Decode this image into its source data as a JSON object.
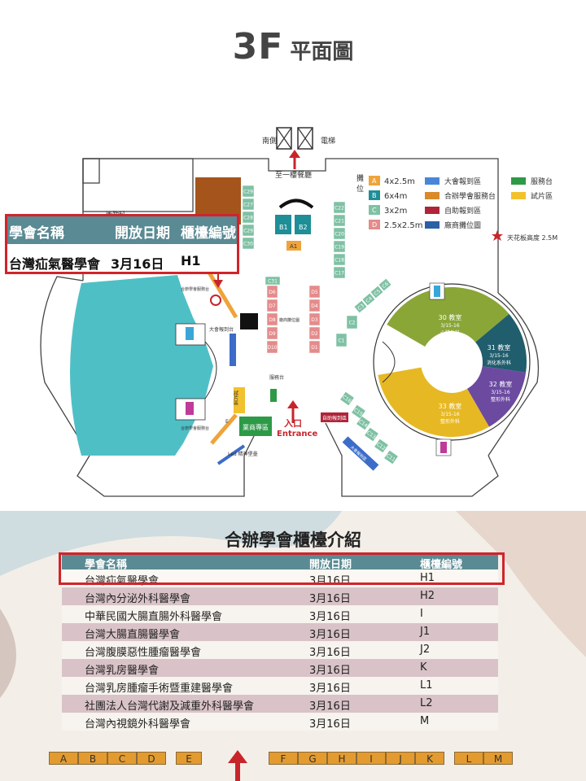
{
  "title": {
    "big": "3F",
    "small": "平面圖"
  },
  "map": {
    "top_labels": {
      "left": "南側",
      "right": "電梯"
    },
    "dining": "至一樓餐廳",
    "kitchen": "後勤料",
    "legend": {
      "heading_top": "攤",
      "heading_bottom": "位",
      "sizes": [
        {
          "code": "A",
          "size": "4x2.5m",
          "color": "#f0a33a"
        },
        {
          "code": "B",
          "size": "6x4m",
          "color": "#1e8e97"
        },
        {
          "code": "C",
          "size": "3x2m",
          "color": "#7fc1a4"
        },
        {
          "code": "D",
          "size": "2.5x2.5m",
          "color": "#e48b8b"
        }
      ],
      "services": [
        {
          "label": "大會報到區",
          "color": "#4a86d8"
        },
        {
          "label": "合辦學會服務台",
          "color": "#d98a2a"
        },
        {
          "label": "自助報到區",
          "color": "#b0243a"
        },
        {
          "label": "廠商攤位圖",
          "color": "#2b5fa6"
        },
        {
          "label": "服務台",
          "color": "#2d9a47"
        },
        {
          "label": "試片區",
          "color": "#f2c12e"
        }
      ],
      "ceiling": "天花板高度 2.5M"
    },
    "booths_c_left": [
      "C29",
      "C27",
      "C28",
      "C29",
      "C30"
    ],
    "booths_c_right": [
      "C22",
      "C21",
      "C20",
      "C19",
      "C18",
      "C17"
    ],
    "booths_b": [
      "B1",
      "B2"
    ],
    "booth_a": "A1",
    "booth_c31": "C31",
    "booths_d_left": [
      "D6",
      "D7",
      "D8",
      "D9",
      "D10"
    ],
    "booths_d_right": [
      "D5",
      "D4",
      "D3",
      "D2",
      "D1"
    ],
    "booth_c1": "C1",
    "booth_c2": "C2",
    "booths_c_diag": [
      "C3",
      "C4",
      "C5",
      "C6"
    ],
    "booths_c_mid": [
      "C7",
      "C8",
      "C10",
      "C9"
    ],
    "booths_c_bottom": [
      "C16",
      "C15",
      "C14",
      "C13",
      "C12",
      "C11"
    ],
    "vendor_map": "廠商攤位圖",
    "labels": {
      "service_top": "合辦學會服務台",
      "service_bottom": "合辦學會服務台",
      "ml": "M  L",
      "check_in": "大會報到台",
      "trial": "試片區",
      "service_mid": "服務台",
      "vip": "業商專區",
      "led": "Led 精神堡壘",
      "self_checkin": "自助報到區",
      "big_checkin": "大會報到區",
      "entrance_cn": "入口",
      "entrance_en": "Entrance",
      "corner_h": "H",
      "corner_i": "I",
      "corner_k": "K",
      "corner_e": "E"
    },
    "rooms": [
      {
        "name": "30 教室",
        "date": "3/15-16",
        "dept": "心臟外科",
        "color": "#8aa637"
      },
      {
        "name": "31 教室",
        "date": "3/15-16",
        "dept": "消化系外科",
        "color": "#205d6d"
      },
      {
        "name": "32 教室",
        "date": "3/15-16",
        "dept": "整形外科",
        "color": "#6b4aa0"
      },
      {
        "name": "33 教室",
        "date": "3/15-16",
        "dept": "整形外科",
        "color": "#e6b823"
      }
    ]
  },
  "callout": {
    "headers": [
      "學會名稱",
      "開放日期",
      "櫃檯編號"
    ],
    "row": [
      "台灣疝氣醫學會",
      "3月16日",
      "H1"
    ]
  },
  "table": {
    "title": "合辦學會櫃檯介紹",
    "headers": [
      "學會名稱",
      "開放日期",
      "櫃檯編號"
    ],
    "rows": [
      [
        "台灣疝氣醫學會",
        "3月16日",
        "H1"
      ],
      [
        "台灣內分泌外科醫學會",
        "3月16日",
        "H2"
      ],
      [
        "中華民國大腸直腸外科醫學會",
        "3月16日",
        "I"
      ],
      [
        "台灣大腸直腸醫學會",
        "3月16日",
        "J1"
      ],
      [
        "台灣腹膜惡性腫瘤醫學會",
        "3月16日",
        "J2"
      ],
      [
        "台灣乳房醫學會",
        "3月16日",
        "K"
      ],
      [
        "台灣乳房腫瘤手術暨重建醫學會",
        "3月16日",
        "L1"
      ],
      [
        "社團法人台灣代謝及減重外科醫學會",
        "3月16日",
        "L2"
      ],
      [
        "台灣內視鏡外科醫學會",
        "3月16日",
        "M"
      ]
    ]
  },
  "zones_left": [
    "A",
    "B",
    "C",
    "D"
  ],
  "zone_e": "E",
  "zones_right": [
    "F",
    "G",
    "H",
    "I",
    "J",
    "K"
  ],
  "zones_far": [
    "L",
    "M"
  ]
}
